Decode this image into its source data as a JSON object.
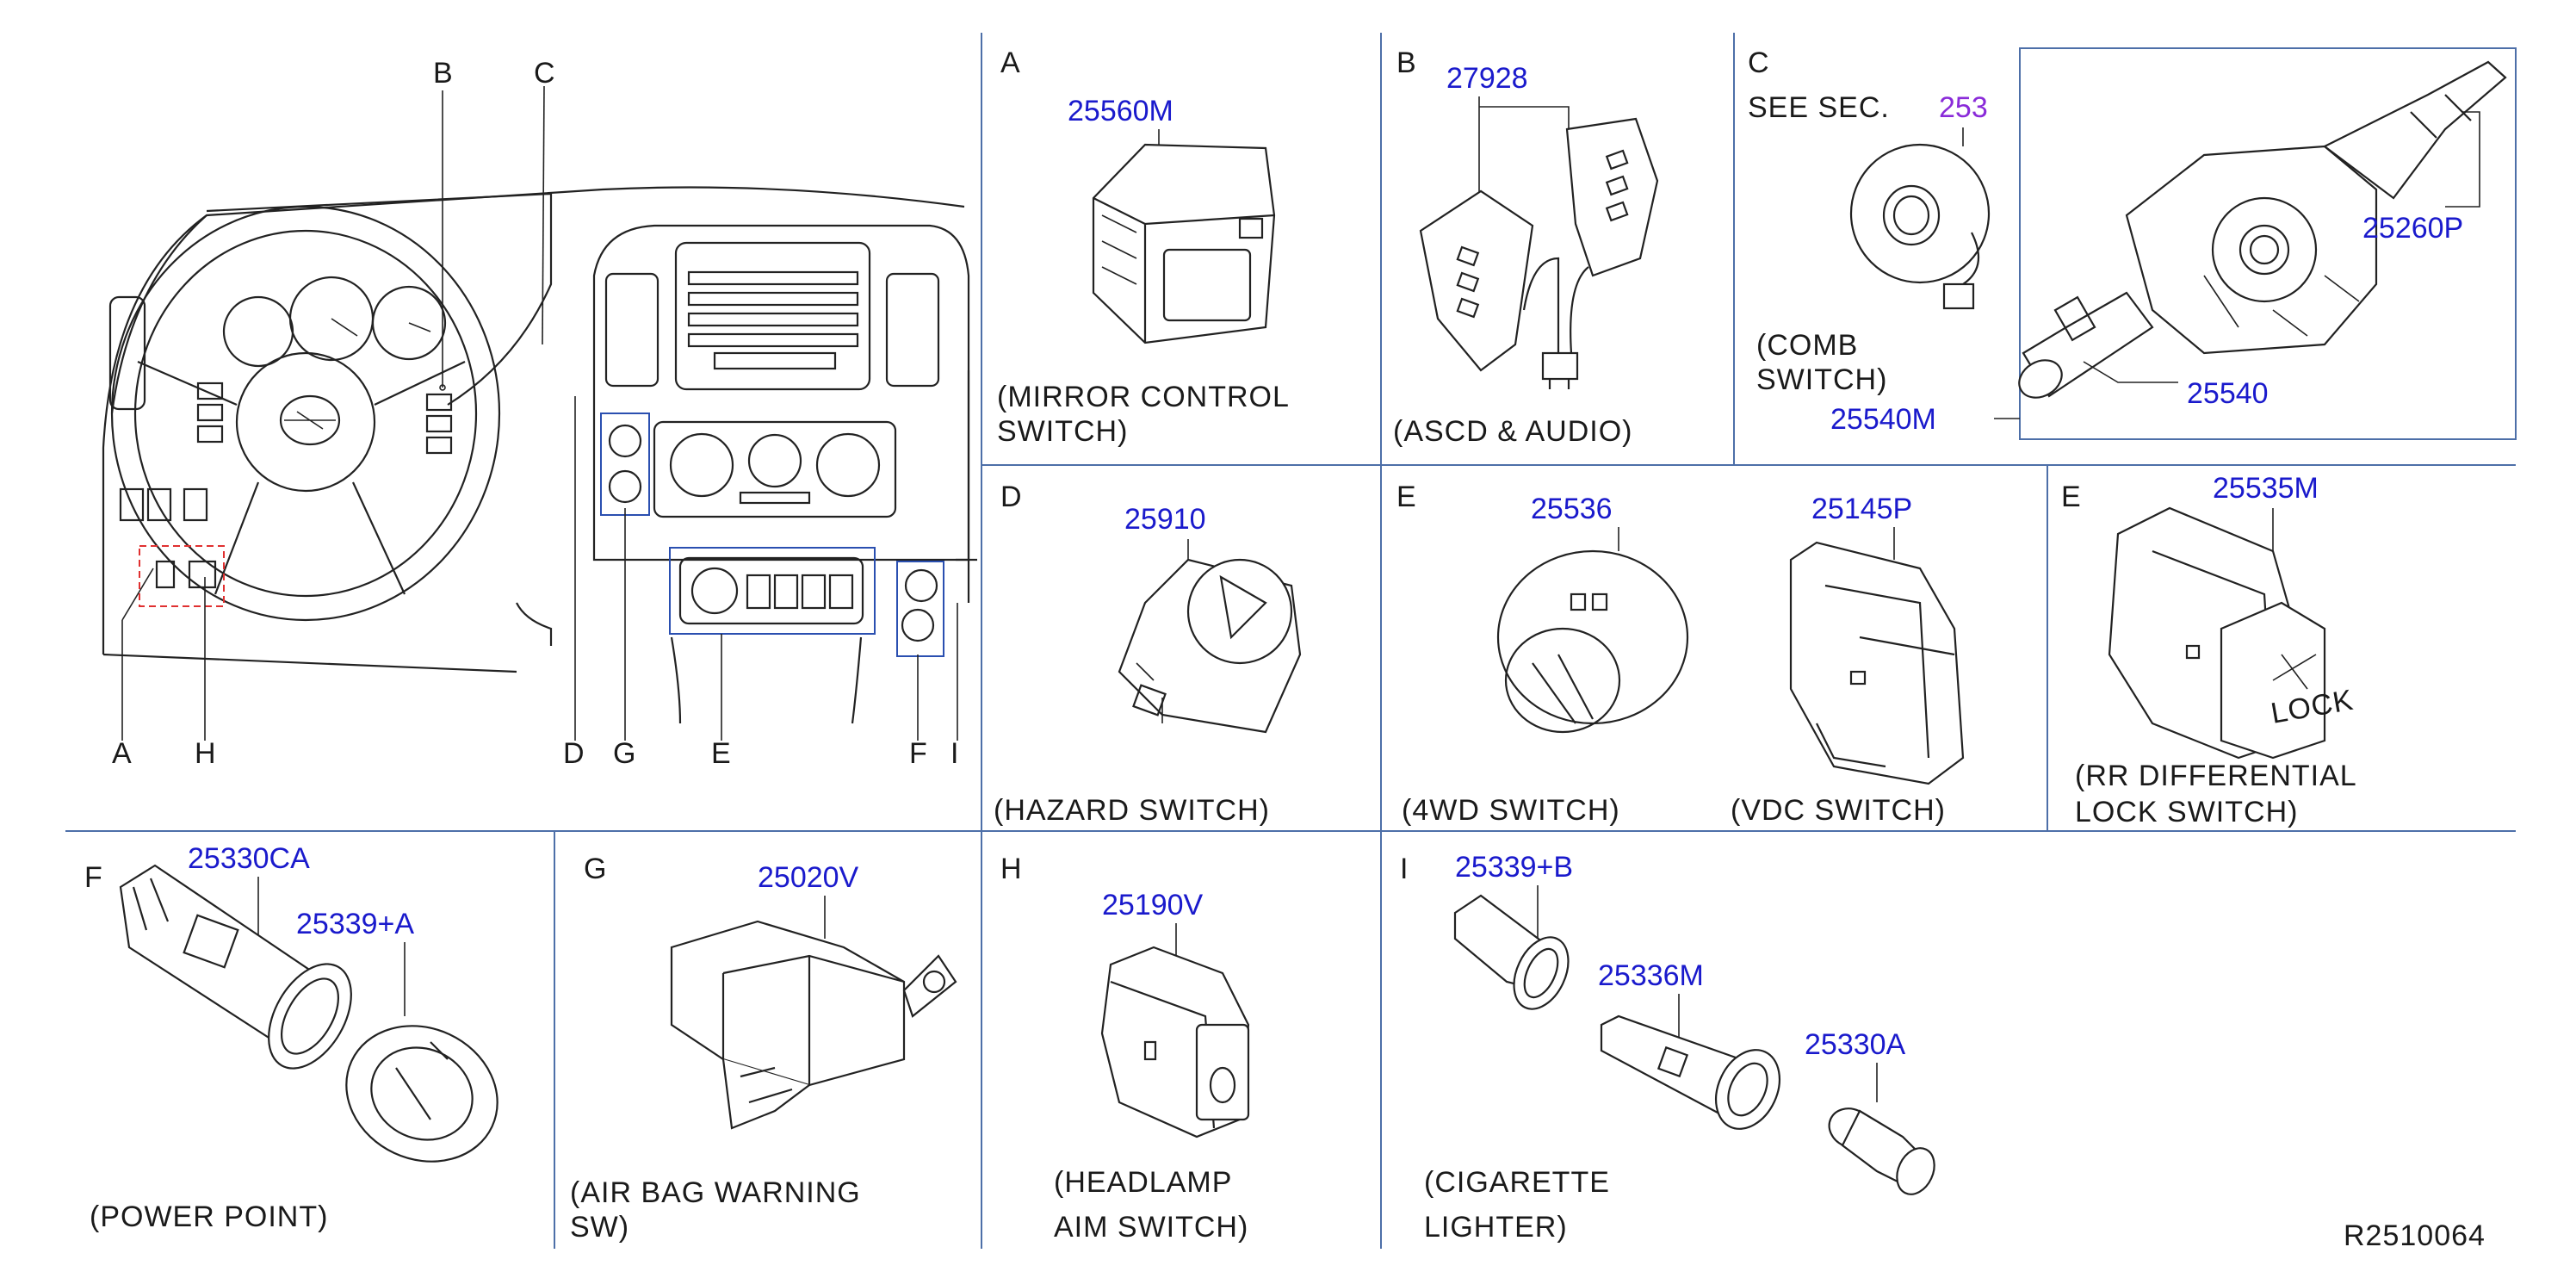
{
  "overview": {
    "callouts": {
      "A": "A",
      "B": "B",
      "C": "C",
      "D": "D",
      "E": "E",
      "F": "F",
      "G": "G",
      "H": "H",
      "I": "I"
    }
  },
  "panels": {
    "A": {
      "letter": "A",
      "parts": [
        "25560M"
      ],
      "caption": [
        "(MIRROR   CONTROL",
        "SWITCH)"
      ]
    },
    "B": {
      "letter": "B",
      "parts": [
        "27928"
      ],
      "caption": [
        "(ASCD   &   AUDIO)"
      ]
    },
    "C": {
      "letter": "C",
      "see_sec": "SEE   SEC.",
      "see_sec_num": "253",
      "parts": [
        "25260P",
        "25540",
        "25540M"
      ],
      "caption": [
        "(COMB",
        "SWITCH)"
      ]
    },
    "D": {
      "letter": "D",
      "parts": [
        "25910"
      ],
      "caption": [
        "(HAZARD   SWITCH)"
      ]
    },
    "E1": {
      "letter": "E",
      "parts": [
        "25536",
        "25145P"
      ],
      "caption": [
        "(4WD   SWITCH)",
        "(VDC   SWITCH)"
      ]
    },
    "E2": {
      "letter": "E",
      "parts": [
        "25535M"
      ],
      "caption": [
        "(RR   DIFFERENTIAL",
        "LOCK   SWITCH)"
      ],
      "lock_text": "LOCK"
    },
    "F": {
      "letter": "F",
      "parts": [
        "25330CA",
        "25339+A"
      ],
      "caption": [
        "(POWER   POINT)"
      ]
    },
    "G": {
      "letter": "G",
      "parts": [
        "25020V"
      ],
      "caption": [
        "(AIR   BAG   WARNING",
        "SW)"
      ]
    },
    "H": {
      "letter": "H",
      "parts": [
        "25190V"
      ],
      "caption": [
        "(HEADLAMP",
        "AIM   SWITCH)"
      ]
    },
    "I": {
      "letter": "I",
      "parts": [
        "25339+B",
        "25336M",
        "25330A"
      ],
      "caption": [
        "(CIGARETTE",
        "LIGHTER)"
      ]
    }
  },
  "diagram_id": "R2510064",
  "colors": {
    "part_number": "#1a1acc",
    "see_section": "#8a2bd9",
    "grid": "#4d6fa8",
    "highlight": "#e03030"
  }
}
